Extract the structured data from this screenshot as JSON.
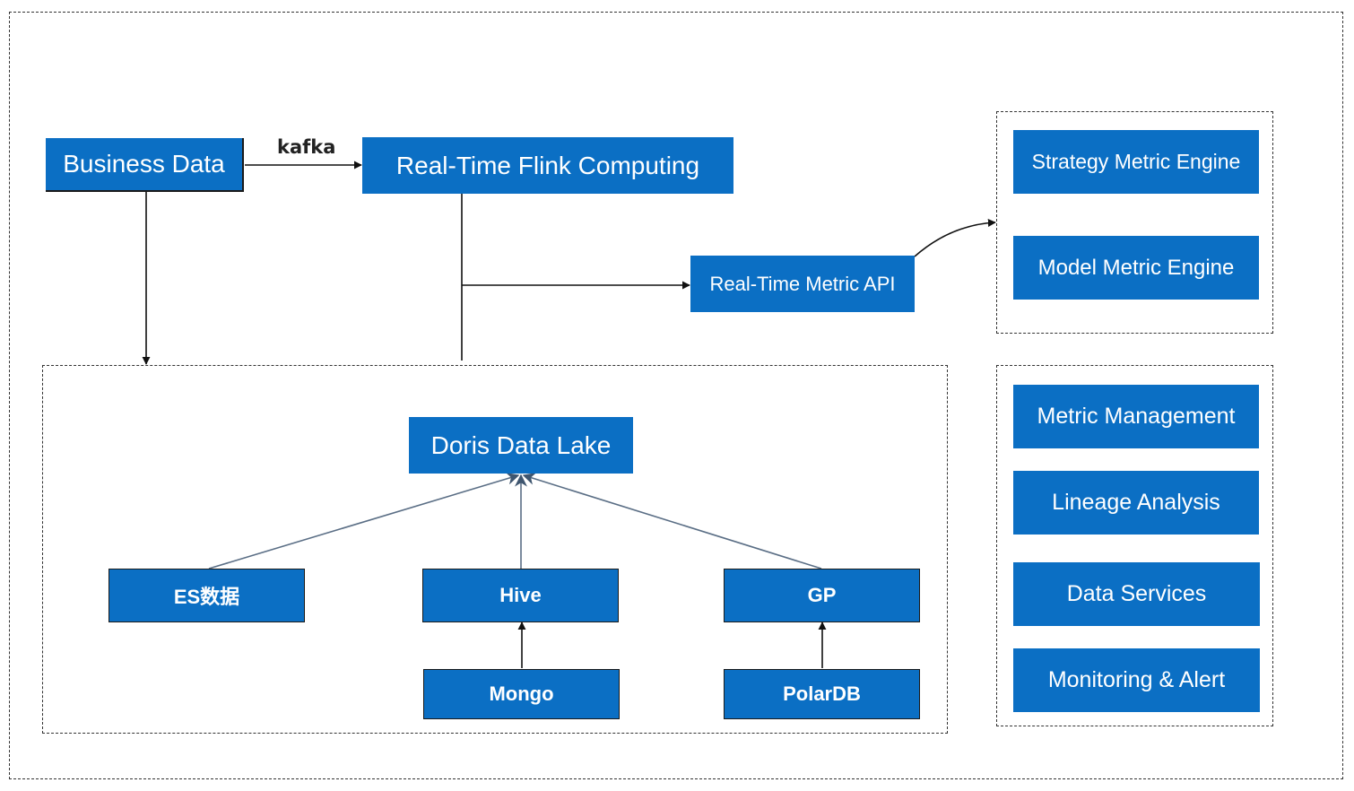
{
  "nodes": {
    "business_data": "Business Data",
    "flink": "Real-Time Flink Computing",
    "metric_api": "Real-Time Metric API",
    "strategy_engine": "Strategy Metric Engine",
    "model_engine": "Model Metric Engine",
    "doris": "Doris Data Lake",
    "es": "ES数据",
    "hive": "Hive",
    "gp": "GP",
    "mongo": "Mongo",
    "polardb": "PolarDB",
    "metric_management": "Metric Management",
    "lineage": "Lineage Analysis",
    "data_services": "Data Services",
    "monitoring": "Monitoring & Alert"
  },
  "edges": {
    "kafka_label": "kafka"
  },
  "colors": {
    "node_fill": "#0b6fc4",
    "node_text": "#ffffff",
    "line": "#111111",
    "lake_line": "#5a6e85"
  }
}
